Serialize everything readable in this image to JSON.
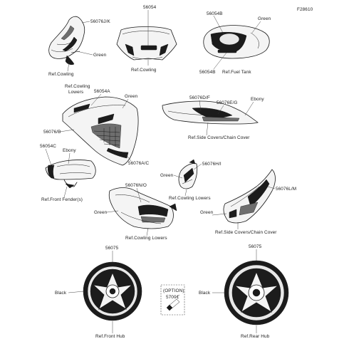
{
  "diagram_id": "F28610",
  "parts": {
    "p56076jk": "56076J/K",
    "p56054": "56054",
    "p56054b_top": "56054B",
    "p56054b_bottom": "56054B",
    "p56054a": "56054A",
    "p56076df": "56076D/F",
    "p56076eg": "56076E/G",
    "p56076b": "56076/B",
    "p56076ac": "56076A/C",
    "p56054c": "56054C",
    "p56076hi": "56076H/I",
    "p56076nd": "56076N/O",
    "p56076lm": "56076L/M",
    "p56075_left": "56075",
    "p56075_right": "56075",
    "p57001": "57001"
  },
  "notes": {
    "green_1": "Green",
    "green_2": "Green",
    "green_3": "Green",
    "green_4": "Green",
    "green_5": "Green",
    "green_6": "Green",
    "ebony_1": "Ebony",
    "ebony_2": "Ebony",
    "black_1": "Black",
    "black_2": "Black",
    "option": "(OPTION)"
  },
  "refs": {
    "cowling_1": "Ref.Cowling",
    "cowling_2": "Ref.Cowling",
    "fuel_tank": "Ref.Fuel Tank",
    "cowling_lowers_1a": "Ref.Cowling",
    "cowling_lowers_1b": "Lowers",
    "side_covers_1": "Ref.Side Covers/Chain Cover",
    "front_fender": "Ref.Front Fender(s)",
    "cowling_lowers_2": "Ref.Cowling Lowers",
    "cowling_lowers_3": "Ref.Cowling Lowers",
    "side_covers_2": "Ref.Side Covers/Chain Cover",
    "front_hub": "Ref.Front Hub",
    "rear_hub": "Ref.Rear Hub"
  }
}
